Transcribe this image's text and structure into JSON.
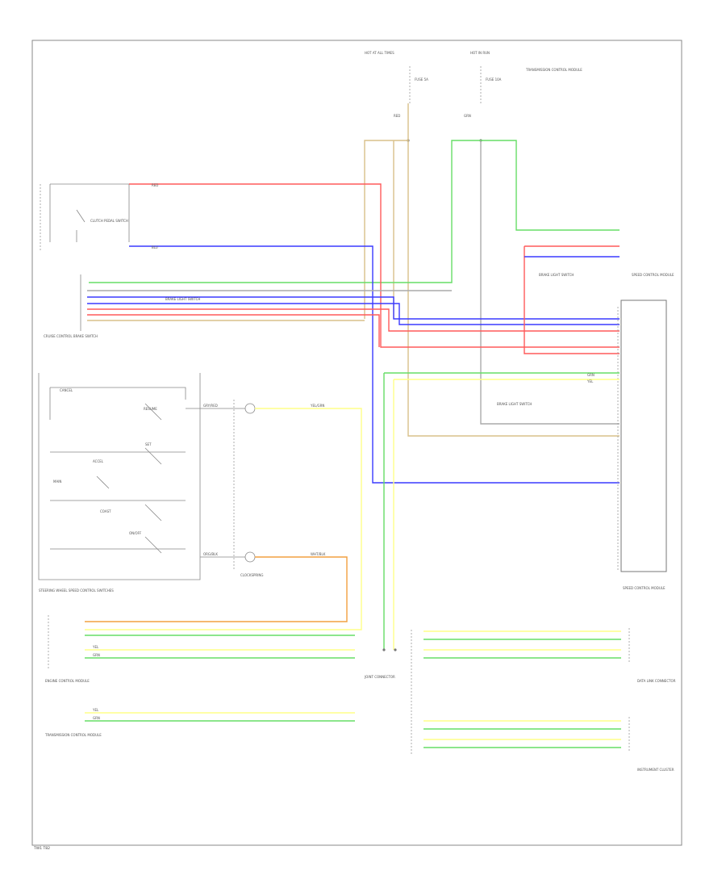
{
  "diagram": {
    "footer_id": "TW1 T82",
    "top": {
      "hot_label_1": "HOT AT ALL TIMES",
      "hot_label_2": "HOT IN RUN",
      "fuse_1": "FUSE 5A",
      "fuse_2": "FUSE 10A",
      "tcm_ref": "TRANSMISSION CONTROL MODULE",
      "wire_red": "RED",
      "wire_grn": "GRN"
    },
    "components": {
      "brake_switch": "CRUISE CONTROL BRAKE SWITCH",
      "clutch_switch": "CLUTCH PEDAL SWITCH",
      "scm_top": "SPEED CONTROL MODULE",
      "scm_main": "SPEED CONTROL MODULE",
      "steering_switches": "STEERING WHEEL SPEED CONTROL SWITCHES",
      "clockspring": "CLOCKSPRING",
      "brake_light_switch": "BRAKE LIGHT SWITCH",
      "engine_ctrl": "ENGINE CONTROL MODULE",
      "trans_ctrl": "TRANSMISSION CONTROL MODULE",
      "joint_connector": "JOINT CONNECTOR",
      "data_link": "DATA LINK CONNECTOR",
      "instrument_cluster": "INSTRUMENT CLUSTER"
    },
    "switch_labels": {
      "cancel": "CANCEL",
      "resume": "RESUME",
      "set": "SET",
      "accel": "ACCEL",
      "coast": "COAST",
      "on_off": "ON/OFF",
      "main": "MAIN"
    },
    "wires": {
      "red": "RED",
      "blu": "BLU",
      "grn": "GRN",
      "yel": "YEL",
      "yel_grn": "YEL/GRN",
      "wht_blk": "WHT/BLK",
      "gry_red": "GRY/RED",
      "org_blk": "ORG/BLK"
    },
    "colors": {
      "red": "#ff5a5a",
      "blue": "#3a3aff",
      "green": "#66dd66",
      "yellow": "#ffff88",
      "tan": "#d9c08a",
      "orange": "#f2a040",
      "gray": "#aaaaaa"
    }
  }
}
